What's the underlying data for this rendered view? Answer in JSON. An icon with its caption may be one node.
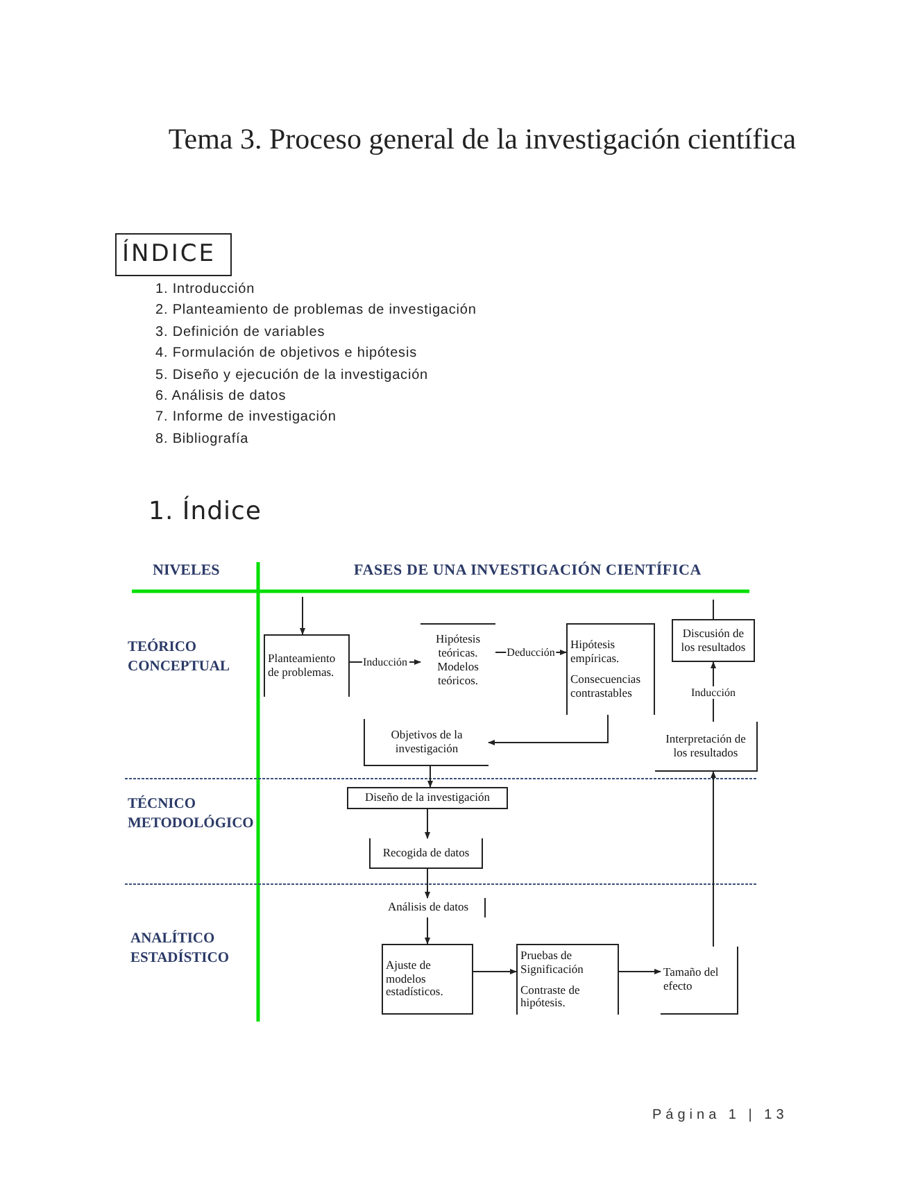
{
  "diagram": {
    "title": "Tema 3. Proceso general de la investigación científica",
    "nodes": [
      {
        "text": [
          "ÍNDICE"
        ]
      },
      {
        "text": [
          "Planteamiento de problemas."
        ]
      },
      {
        "text": [
          "Hipótesis teóricas. Modelos teóricos."
        ]
      },
      {
        "text": [
          "Hipótesis empíricas.",
          "Consecuencias contrastables"
        ]
      },
      {
        "text": [
          "Discusión de los resultados"
        ]
      },
      {
        "text": [
          "Objetivos de la investigación"
        ]
      },
      {
        "text": [
          "Interpretación de los resultados"
        ]
      },
      {
        "text": [
          "Diseño de la investigación"
        ]
      },
      {
        "text": [
          "Recogida de datos"
        ]
      },
      {
        "text": [
          "Análisis de datos"
        ]
      },
      {
        "text": [
          "Ajuste de modelos estadísticos."
        ]
      },
      {
        "text": [
          "Pruebas de Significación",
          "Contraste de hipótesis."
        ]
      },
      {
        "text": [
          "Tamaño del efecto"
        ]
      }
    ],
    "edges": [
      {
        "from": null,
        "to": 1,
        "arrow": "to"
      },
      {
        "from": 1,
        "to": 2,
        "arrow": "to",
        "label": "Inducción"
      },
      {
        "from": 2,
        "to": 3,
        "arrow": "to",
        "label": "Deducción"
      },
      {
        "from": 3,
        "to": 5,
        "arrow": "to"
      },
      {
        "from": 5,
        "to": 7,
        "arrow": "to"
      },
      {
        "from": 7,
        "to": 8,
        "arrow": "to"
      },
      {
        "from": 8,
        "to": 9,
        "arrow": "to"
      },
      {
        "from": 9,
        "to": 10,
        "arrow": "to"
      },
      {
        "from": 10,
        "to": 11,
        "arrow": "to"
      },
      {
        "from": 11,
        "to": 12,
        "arrow": "to"
      },
      {
        "from": 12,
        "to": 6,
        "arrow": "to"
      },
      {
        "from": 6,
        "to": 4,
        "arrow": "to",
        "label": "Inducción"
      },
      {
        "from": 4,
        "to": null,
        "arrow": "none"
      }
    ],
    "labels": [
      "1. Introducción",
      "2. Planteamiento de problemas de investigación",
      "3. Definición de variables",
      "4. Formulación de objetivos e hipótesis",
      "5. Diseño y ejecución de la investigación",
      "6. Análisis de datos",
      "7. Informe de investigación",
      "8. Bibliografía",
      "1. Índice",
      "NIVELES",
      "FASES DE UNA INVESTIGACIÓN CIENTÍFICA",
      "TEÓRICO CONCEPTUAL",
      "TÉCNICO METODOLÓGICO",
      "ANALÍTICO ESTADÍSTICO",
      "Página 1 | 13"
    ]
  }
}
